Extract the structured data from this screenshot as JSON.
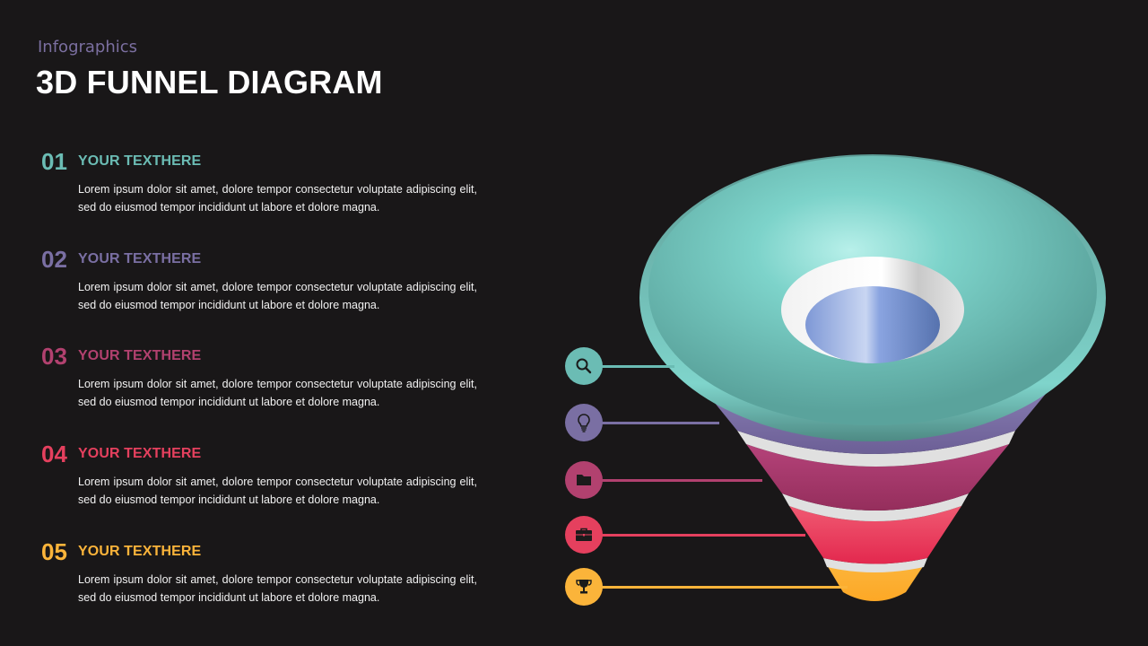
{
  "header": {
    "subtitle": "Infographics",
    "title": "3D FUNNEL DIAGRAM"
  },
  "items": [
    {
      "number": "01",
      "heading": "YOUR TEXTHERE",
      "body": "Lorem ipsum dolor sit amet, dolore tempor consectetur voluptate adipiscing elit, sed do eiusmod tempor incididunt ut labore et dolore magna.",
      "color": "#6bbcb4",
      "icon": "search-icon"
    },
    {
      "number": "02",
      "heading": "YOUR TEXTHERE",
      "body": "Lorem ipsum dolor sit amet, dolore tempor consectetur voluptate adipiscing elit, sed do eiusmod tempor incididunt ut labore et dolore magna.",
      "color": "#7a6fa3",
      "icon": "lightbulb-icon"
    },
    {
      "number": "03",
      "heading": "YOUR TEXTHERE",
      "body": "Lorem ipsum dolor sit amet, dolore tempor consectetur voluptate adipiscing elit, sed do eiusmod tempor incididunt ut labore et dolore magna.",
      "color": "#b2416f",
      "icon": "folder-icon"
    },
    {
      "number": "04",
      "heading": "YOUR TEXTHERE",
      "body": "Lorem ipsum dolor sit amet, dolore tempor consectetur voluptate adipiscing elit, sed do eiusmod tempor incididunt ut labore et dolore magna.",
      "color": "#e5405e",
      "icon": "briefcase-icon"
    },
    {
      "number": "05",
      "heading": "YOUR TEXTHERE",
      "body": "Lorem ipsum dolor sit amet, dolore tempor consectetur voluptate adipiscing elit, sed do eiusmod tempor incididunt ut labore et dolore magna.",
      "color": "#fbb43a",
      "icon": "trophy-icon"
    }
  ],
  "funnel": {
    "levels": [
      {
        "color": "#6fc4bc"
      },
      {
        "color": "#7a6fa3"
      },
      {
        "color": "#a93a68"
      },
      {
        "color": "#e6395a"
      },
      {
        "color": "#fbb43a"
      }
    ]
  }
}
